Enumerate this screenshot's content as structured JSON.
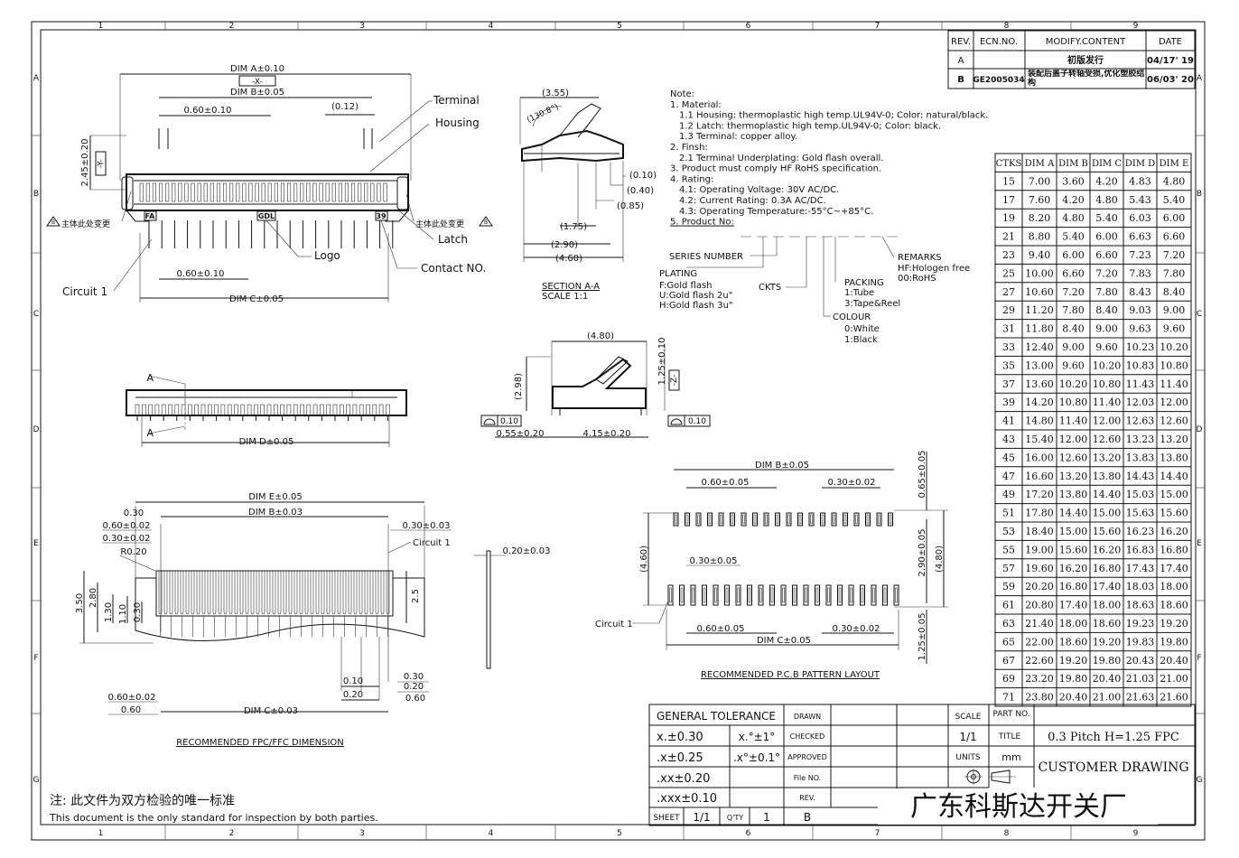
{
  "grid": {
    "cols": [
      "1",
      "2",
      "3",
      "4",
      "5",
      "6",
      "7",
      "8",
      "9"
    ],
    "rows": [
      "A",
      "B",
      "C",
      "D",
      "E",
      "F",
      "G"
    ]
  },
  "revision_table": {
    "headers": [
      "REV.",
      "ECN.NO.",
      "MODIFY.CONTENT",
      "DATE"
    ],
    "rows": [
      [
        "A",
        "",
        "初版发行",
        "04/17' 19"
      ],
      [
        "B",
        "GE2005034",
        "装配后盖子转轴受损,优化塑胶结构",
        "06/03' 20"
      ]
    ]
  },
  "dim_table": {
    "headers": [
      "CTKS",
      "DIM A",
      "DIM B",
      "DIM C",
      "DIM D",
      "DIM E"
    ],
    "rows": [
      [
        "15",
        "7.00",
        "3.60",
        "4.20",
        "4.83",
        "4.80"
      ],
      [
        "17",
        "7.60",
        "4.20",
        "4.80",
        "5.43",
        "5.40"
      ],
      [
        "19",
        "8.20",
        "4.80",
        "5.40",
        "6.03",
        "6.00"
      ],
      [
        "21",
        "8.80",
        "5.40",
        "6.00",
        "6.63",
        "6.60"
      ],
      [
        "23",
        "9.40",
        "6.00",
        "6.60",
        "7.23",
        "7.20"
      ],
      [
        "25",
        "10.00",
        "6.60",
        "7.20",
        "7.83",
        "7.80"
      ],
      [
        "27",
        "10.60",
        "7.20",
        "7.80",
        "8.43",
        "8.40"
      ],
      [
        "29",
        "11.20",
        "7.80",
        "8.40",
        "9.03",
        "9.00"
      ],
      [
        "31",
        "11.80",
        "8.40",
        "9.00",
        "9.63",
        "9.60"
      ],
      [
        "33",
        "12.40",
        "9.00",
        "9.60",
        "10.23",
        "10.20"
      ],
      [
        "35",
        "13.00",
        "9.60",
        "10.20",
        "10.83",
        "10.80"
      ],
      [
        "37",
        "13.60",
        "10.20",
        "10.80",
        "11.43",
        "11.40"
      ],
      [
        "39",
        "14.20",
        "10.80",
        "11.40",
        "12.03",
        "12.00"
      ],
      [
        "41",
        "14.80",
        "11.40",
        "12.00",
        "12.63",
        "12.60"
      ],
      [
        "43",
        "15.40",
        "12.00",
        "12.60",
        "13.23",
        "13.20"
      ],
      [
        "45",
        "16.00",
        "12.60",
        "13.20",
        "13.83",
        "13.80"
      ],
      [
        "47",
        "16.60",
        "13.20",
        "13.80",
        "14.43",
        "14.40"
      ],
      [
        "49",
        "17.20",
        "13.80",
        "14.40",
        "15.03",
        "15.00"
      ],
      [
        "51",
        "17.80",
        "14.40",
        "15.00",
        "15.63",
        "15.60"
      ],
      [
        "53",
        "18.40",
        "15.00",
        "15.60",
        "16.23",
        "16.20"
      ],
      [
        "55",
        "19.00",
        "15.60",
        "16.20",
        "16.83",
        "16.80"
      ],
      [
        "57",
        "19.60",
        "16.20",
        "16.80",
        "17.43",
        "17.40"
      ],
      [
        "59",
        "20.20",
        "16.80",
        "17.40",
        "18.03",
        "18.00"
      ],
      [
        "61",
        "20.80",
        "17.40",
        "18.00",
        "18.63",
        "18.60"
      ],
      [
        "63",
        "21.40",
        "18.00",
        "18.60",
        "19.23",
        "19.20"
      ],
      [
        "65",
        "22.00",
        "18.60",
        "19.20",
        "19.83",
        "19.80"
      ],
      [
        "67",
        "22.60",
        "19.20",
        "19.80",
        "20.43",
        "20.40"
      ],
      [
        "69",
        "23.20",
        "19.80",
        "20.40",
        "21.03",
        "21.00"
      ],
      [
        "71",
        "23.80",
        "20.40",
        "21.00",
        "21.63",
        "21.60"
      ]
    ]
  },
  "notes": [
    "Note:",
    "1. Material:",
    "  1.1 Housing: thermoplastic high temp.UL94V-0; Color: natural/black.",
    "  1.2 Latch: thermoplastic high temp.UL94V-0; Color: black.",
    "  1.3 Terminal: copper alloy.",
    "2. Finsh:",
    "  2.1 Terminal Underplating: Gold flash overall.",
    "3. Product must comply HF RoHS specification.",
    "4. Rating:",
    "  4.1: Operating Voltage: 30V AC/DC.",
    "  4.2: Current Rating: 0.3A AC/DC.",
    "  4.3: Operating Temperature:-55°C~+85°C.",
    "5. Product No:"
  ],
  "part_number": {
    "series": "SERIES NUMBER",
    "plating_title": "PLATING",
    "plating": [
      "F:Gold flash",
      "U:Gold flash 2u\"",
      "H:Gold flash 3u\""
    ],
    "ckts": "CKTS",
    "packing_title": "PACKING",
    "packing": [
      "1:Tube",
      "3:Tape&Reel"
    ],
    "colour_title": "COLOUR",
    "colour": [
      "0:White",
      "1:Black"
    ],
    "remarks_title": "REMARKS",
    "remarks": [
      "HF:Hologen free",
      "00:RoHS"
    ]
  },
  "top_view": {
    "dim_a": "DIM A±0.10",
    "x_datum": "-X-",
    "dim_b": "DIM B±0.05",
    "pitch_top": "0.60±0.10",
    "d012": "(0.12)",
    "height": "2.45±0.20",
    "y_datum": "-Y-",
    "terminal": "Terminal",
    "housing": "Housing",
    "change_note": "主体此处变更",
    "fa": "FA",
    "gdl": "GDL",
    "n39": "39",
    "latch": "Latch",
    "logo": "Logo",
    "contact_no": "Contact NO.",
    "pitch_bottom": "0.60±0.10",
    "circuit1": "Circuit 1",
    "dim_c": "DIM C±0.05"
  },
  "section": {
    "d355": "(3.55)",
    "angle": "(130.8°)",
    "d010": "(0.10)",
    "d040": "(0.40)",
    "d085": "(0.85)",
    "d175": "(1.75)",
    "d290": "(2.90)",
    "d460": "(4.60)",
    "title": "SECTION A-A",
    "scale": "SCALE  1:1"
  },
  "front_view": {
    "a1": "A",
    "a2": "A",
    "dim_d": "DIM D±0.05"
  },
  "side_view": {
    "d480": "(4.80)",
    "d298": "(2.98)",
    "height": "1.25±0.10",
    "z_datum": "-Z-",
    "flat_left": "0.10",
    "flat_right": "0.10",
    "d055": "0.55±0.20",
    "d415": "4.15±0.20"
  },
  "fpc_view": {
    "dim_e": "DIM E±0.05",
    "dim_b": "DIM B±0.03",
    "d030": "0.30",
    "d060_002": "0.60±0.02",
    "d030_002": "0.30±0.02",
    "r020": "R0.20",
    "d030_003": "0.30±0.03",
    "circuit1": "Circuit 1",
    "d350": "3.50",
    "d280": "2.80",
    "d130": "1.30",
    "d110": "1.10",
    "d030v": "0.30",
    "d25": "2.5",
    "d010": "0.10",
    "d020": "0.20",
    "d030r": "0.30",
    "d020r": "0.20",
    "d060r": "0.60",
    "d060_002b": "0.60±0.02",
    "d060b": "0.60",
    "dim_c": "DIM C±0.03",
    "title": "RECOMMENDED FPC/FFC DIMENSION"
  },
  "thickness": {
    "label": "0.20±0.03"
  },
  "pcb_view": {
    "dim_b": "DIM B±0.05",
    "pitch_top": "0.60±0.05",
    "pad_top": "0.30±0.02",
    "d065": "0.65±0.05",
    "d030": "0.30±0.05",
    "d460": "(4.60)",
    "d290": "2.90±0.05",
    "d480": "(4.80)",
    "d125": "1.25±0.05",
    "circuit1": "Circuit 1",
    "pitch_bottom": "0.60±0.05",
    "pad_bottom": "0.30±0.02",
    "dim_c": "DIM C±0.05",
    "title": "RECOMMENDED P.C.B PATTERN LAYOUT"
  },
  "footer": {
    "cn_note": "注: 此文件为双方检验的唯一标准",
    "en_note": "This document is the only standard for inspection by both parties."
  },
  "title_block": {
    "general_tolerance": "GENERAL TOLERANCE",
    "tol": [
      "x.±0.30",
      ".x±0.25",
      ".xx±0.20",
      ".xxx±0.10"
    ],
    "ang": [
      "x.°±1°",
      ".x°±0.1°"
    ],
    "drawn": "DRAWN",
    "checked": "CHECKED",
    "approved": "APPROVED",
    "file_no": "File NO.",
    "rev": "REV.",
    "sheet_label": "SHEET",
    "sheet": "1/1",
    "qty_label": "Q'TY",
    "qty": "1",
    "rev_value": "B",
    "scale_label": "SCALE",
    "scale": "1/1",
    "units_label": "UNITS",
    "units": "mm",
    "part_no_label": "PART NO.",
    "title_label": "TITLE",
    "title": "0.3 Pitch H=1.25 FPC",
    "customer": "CUSTOMER DRAWING",
    "company": "广东科斯达开关厂"
  }
}
